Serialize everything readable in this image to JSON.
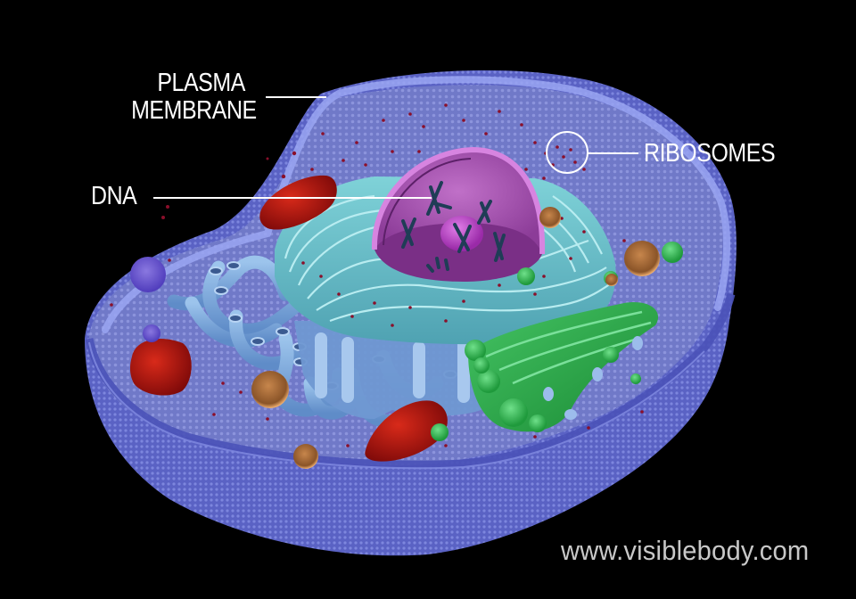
{
  "diagram": {
    "subject": "Animal cell cross-section",
    "background_color": "#000000",
    "labels": [
      {
        "id": "plasma-membrane",
        "lines": [
          "PLASMA",
          "MEMBRANE"
        ],
        "text": "PLASMA MEMBRANE"
      },
      {
        "id": "dna",
        "text": "DNA"
      },
      {
        "id": "ribosomes",
        "text": "RIBOSOMES"
      }
    ],
    "structures": [
      {
        "name": "plasma membrane",
        "color": "#6f78d8"
      },
      {
        "name": "nucleus",
        "color": "#c45bc8"
      },
      {
        "name": "nucleolus",
        "color": "#b43bb8"
      },
      {
        "name": "chromosomes (DNA)",
        "color": "#1f3d56"
      },
      {
        "name": "rough endoplasmic reticulum",
        "color": "#6fc2cc"
      },
      {
        "name": "smooth endoplasmic reticulum",
        "color": "#7fa8dc"
      },
      {
        "name": "golgi apparatus",
        "color": "#2fae4a"
      },
      {
        "name": "mitochondria",
        "color": "#b01010"
      },
      {
        "name": "lysosomes / vesicles",
        "color": "#c98a48"
      },
      {
        "name": "peroxisomes",
        "color": "#7a5ad8"
      },
      {
        "name": "ribosomes",
        "color": "#8a0f2a"
      }
    ],
    "label_color": "#ffffff",
    "watermark": "www.visiblebody.com",
    "watermark_color": "#c8c8c8"
  }
}
